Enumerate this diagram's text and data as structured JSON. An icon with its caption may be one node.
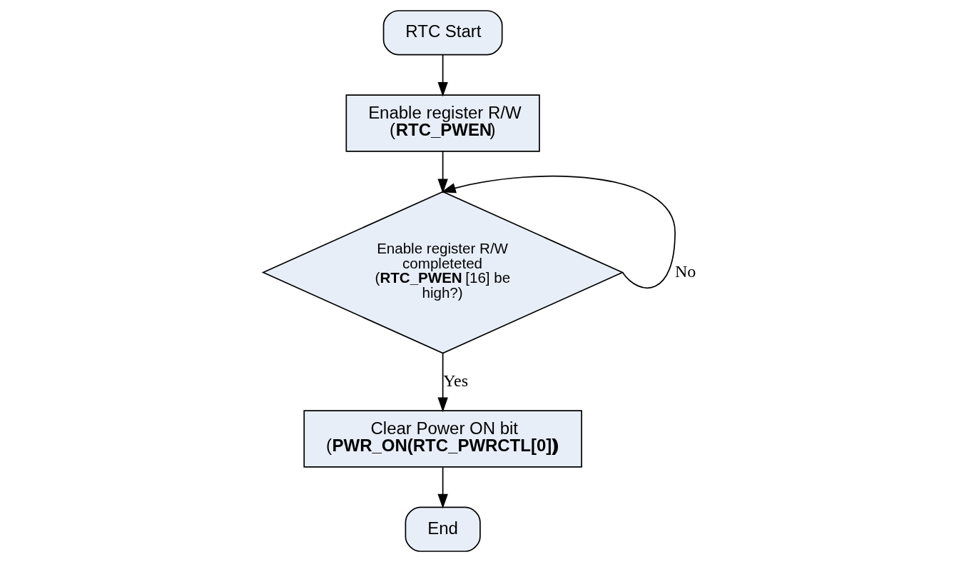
{
  "diagram": {
    "nodes": [
      {
        "text": [
          "RTC Start"
        ]
      },
      {
        "text": [
          "Enable register R/W (**RTC_PWEN**)"
        ]
      },
      {
        "text": [
          "Enable register R/W completeted (**RTC_PWEN**[16] be high?)"
        ]
      },
      {
        "text": [
          "Clear Power ON bit (**PWR_ON(RTC_PWRCTL[0])**)"
        ]
      },
      {
        "text": [
          "End"
        ]
      }
    ],
    "edges": [
      {
        "from": 0,
        "to": 1,
        "arrow": "to"
      },
      {
        "from": 1,
        "to": 2,
        "arrow": "to"
      },
      {
        "from": 2,
        "to": 2,
        "arrow": "to",
        "label": "No"
      },
      {
        "from": 2,
        "to": 3,
        "arrow": "to",
        "label": "Yes"
      },
      {
        "from": 3,
        "to": 4,
        "arrow": "to"
      }
    ]
  }
}
